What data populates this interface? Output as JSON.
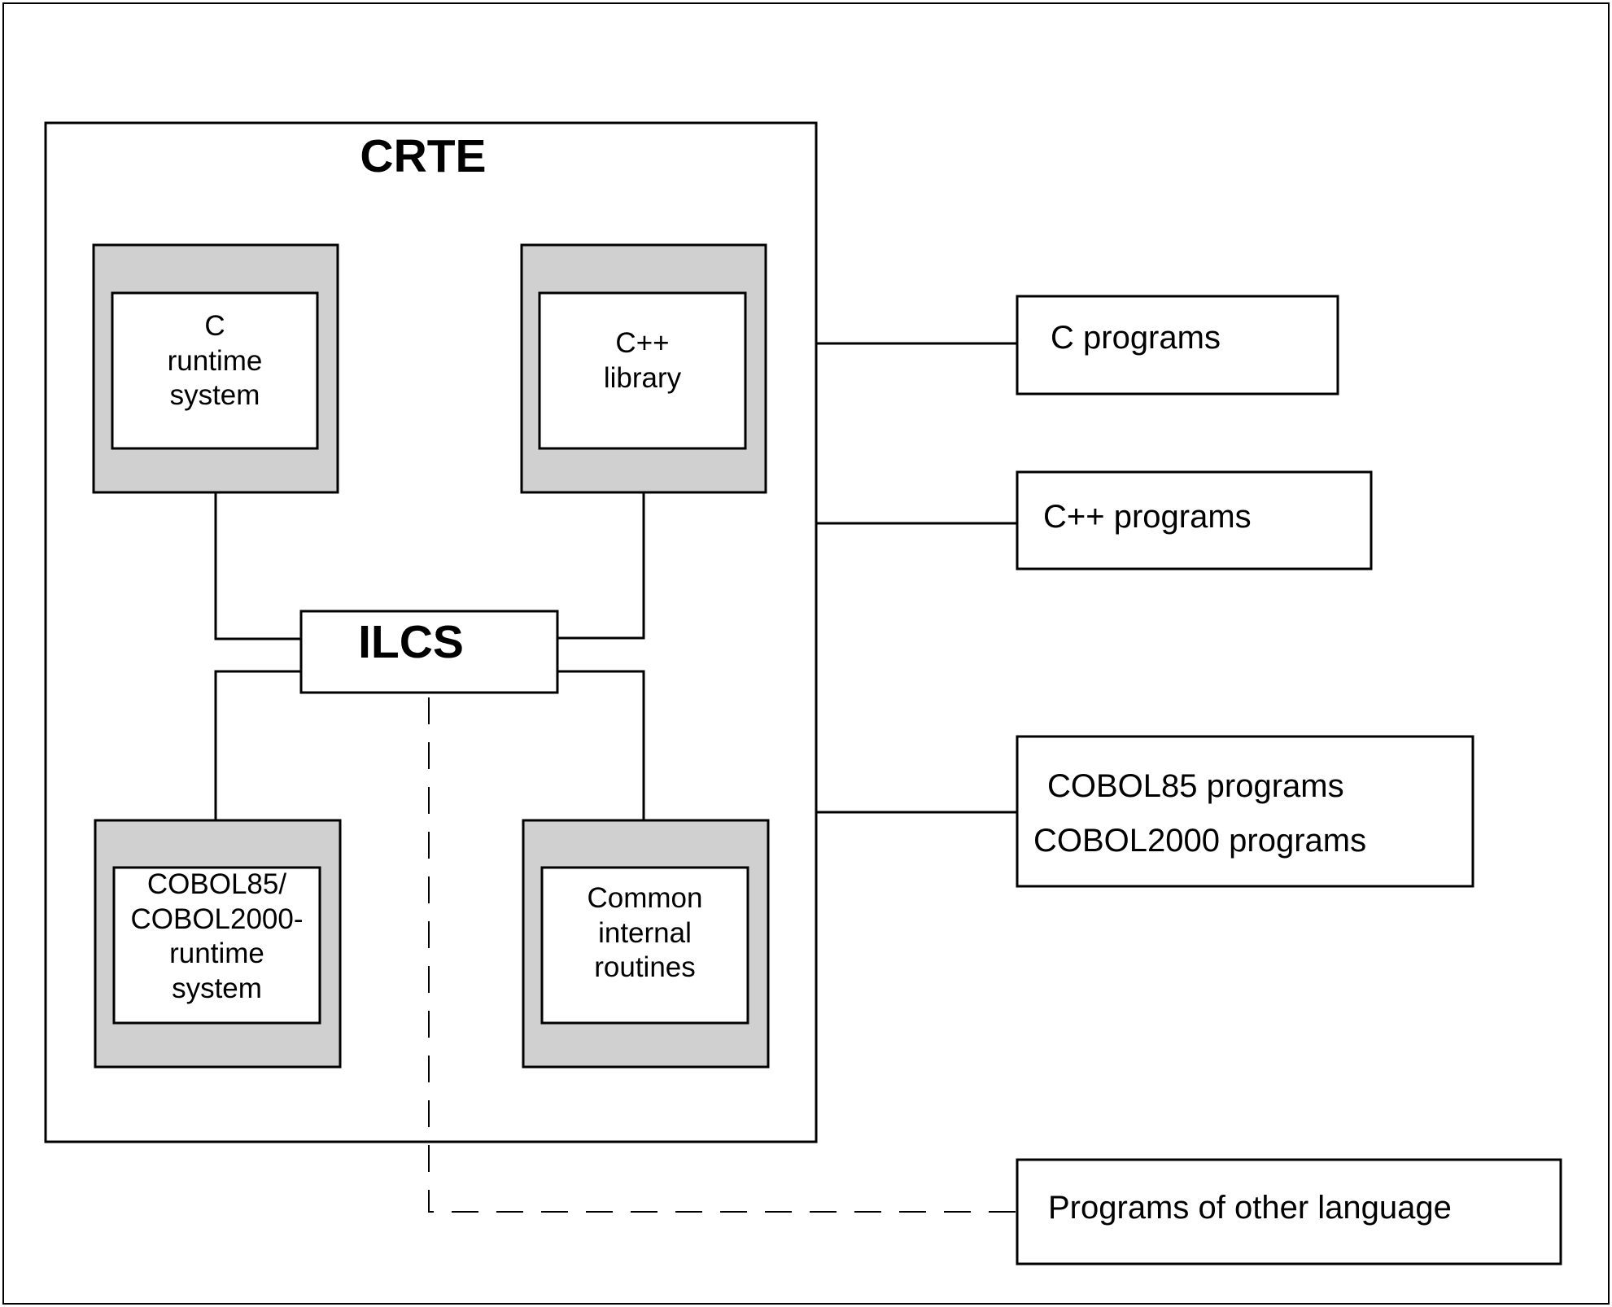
{
  "title": "CRTE",
  "center_node": "ILCS",
  "components": {
    "c_runtime": [
      "C",
      "runtime",
      "system"
    ],
    "cpp_library": [
      "C++",
      "library"
    ],
    "cobol_runtime": [
      "COBOL85/",
      "COBOL2000-",
      "runtime",
      "system"
    ],
    "common_routines": [
      "Common",
      "internal",
      "routines"
    ]
  },
  "programs": {
    "c": "C programs",
    "cpp": "C++ programs",
    "cobol85": "COBOL85 programs",
    "cobol2000": "COBOL2000 programs",
    "other": "Programs of other language"
  },
  "colors": {
    "component_fill": "#d0d0d0",
    "box_fill": "#ffffff",
    "line": "#000000"
  }
}
